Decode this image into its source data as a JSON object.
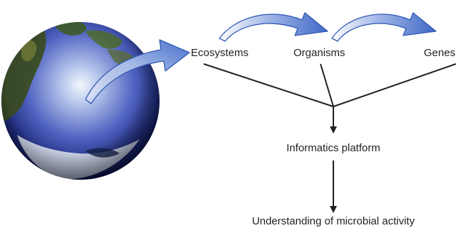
{
  "diagram": {
    "nodes": {
      "ecosystems": "Ecosystems",
      "organisms": "Organisms",
      "genes": "Genes",
      "informatics": "Informatics platform",
      "understanding": "Understanding of microbial activity"
    }
  }
}
